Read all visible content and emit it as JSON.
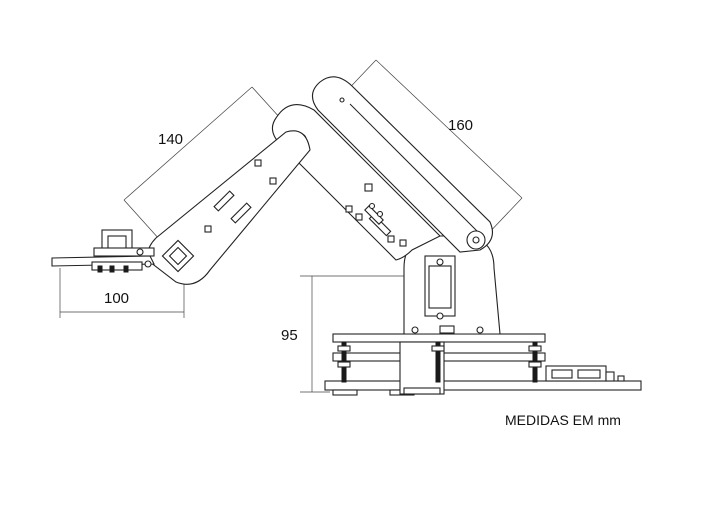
{
  "dimensions": {
    "forearm_length": "140",
    "upper_arm_length": "160",
    "gripper_reach": "100",
    "base_height": "95"
  },
  "units_note": "MEDIDAS EM mm",
  "colors": {
    "line": "#222222",
    "fill": "#ffffff",
    "text": "#111111"
  }
}
